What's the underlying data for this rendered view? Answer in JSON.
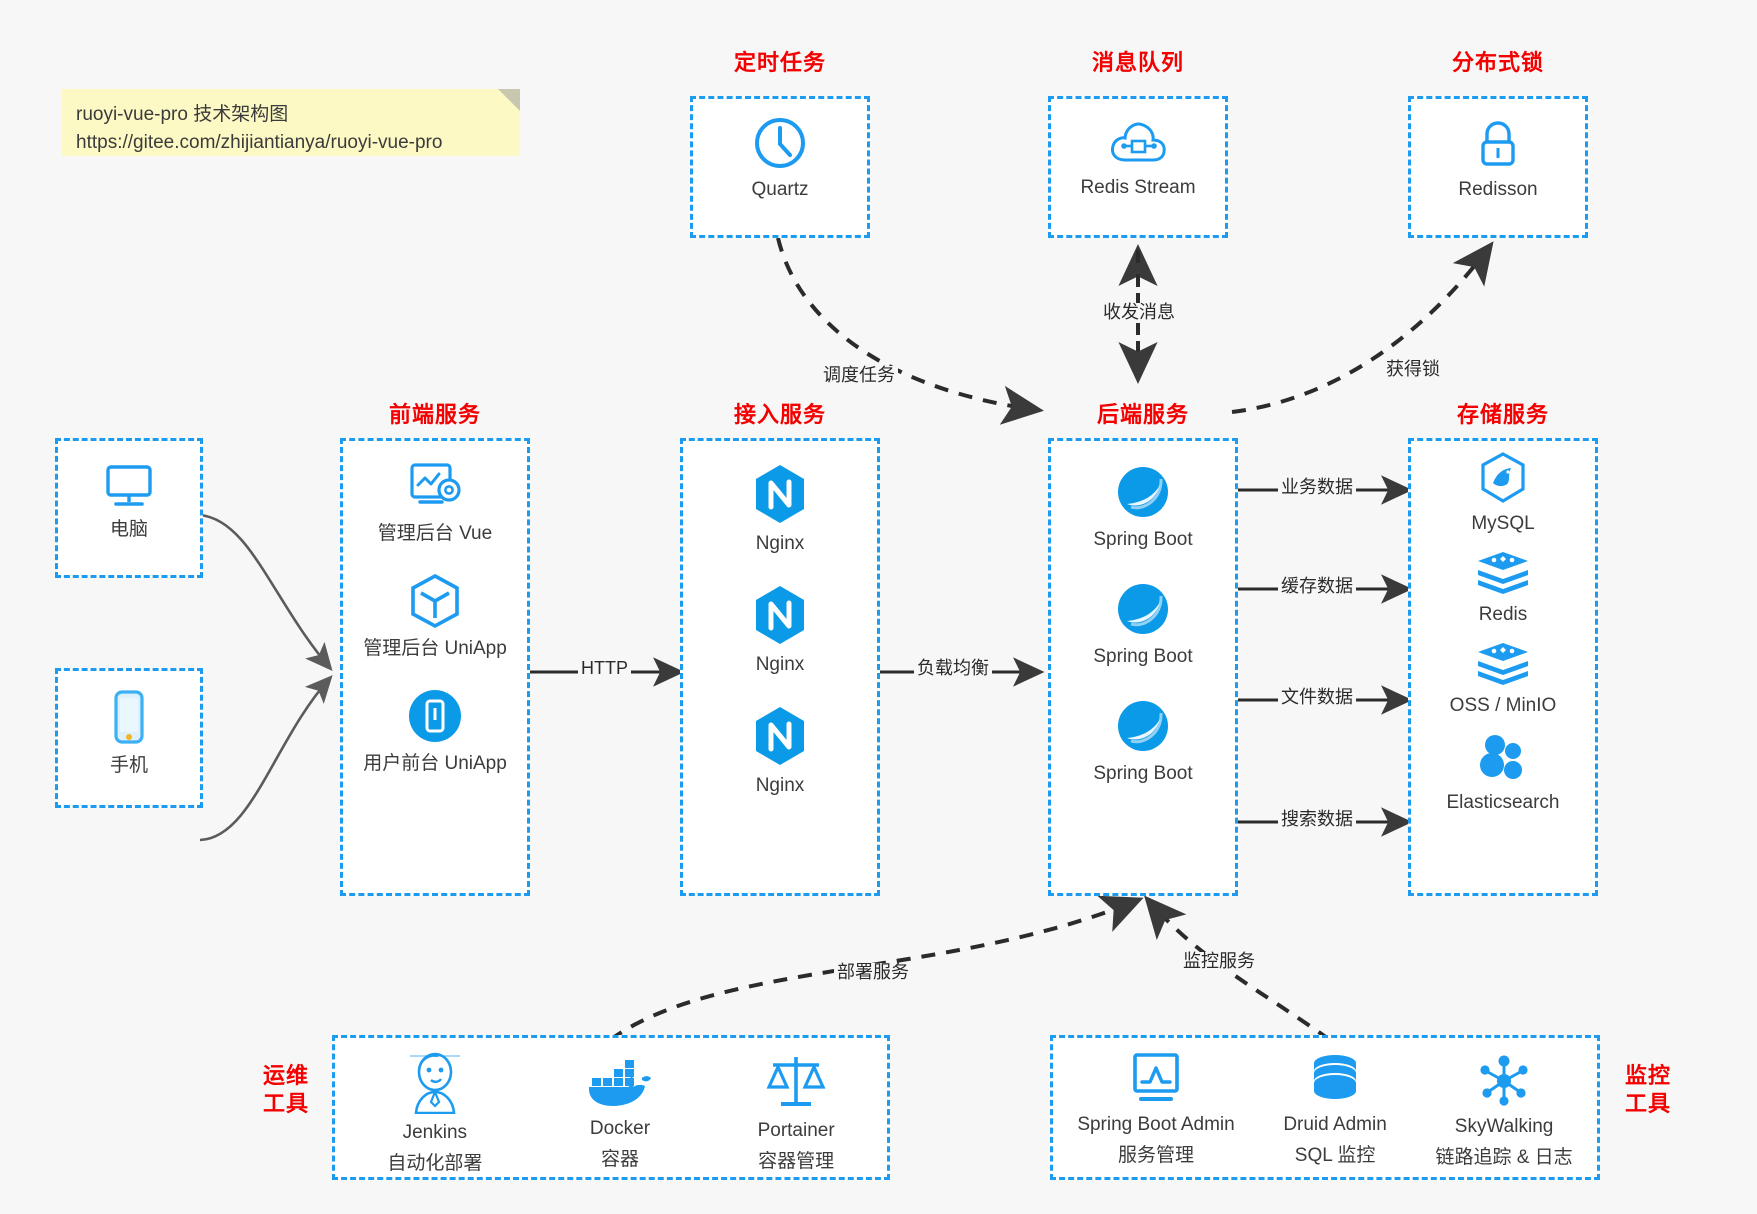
{
  "note": {
    "line1": "ruoyi-vue-pro 技术架构图",
    "line2": "https://gitee.com/zhijiantianya/ruoyi-vue-pro"
  },
  "colors": {
    "box_border": "#1c9bf0",
    "title_red": "#f40000",
    "icon_blue": "#1c9bf0",
    "arrow_dark": "#3a3a3a",
    "note_bg": "#fcf9c4",
    "page_bg": "#f7f7f7"
  },
  "groups": {
    "scheduled_task": {
      "title": "定时任务",
      "nodes": [
        {
          "label": "Quartz",
          "icon": "clock-icon"
        }
      ]
    },
    "message_queue": {
      "title": "消息队列",
      "nodes": [
        {
          "label": "Redis Stream",
          "icon": "cloud-stream-icon"
        }
      ]
    },
    "distributed_lock": {
      "title": "分布式锁",
      "nodes": [
        {
          "label": "Redisson",
          "icon": "lock-icon"
        }
      ]
    },
    "clients": {
      "nodes": [
        {
          "label": "电脑",
          "icon": "desktop-computer-icon"
        },
        {
          "label": "手机",
          "icon": "mobile-phone-icon"
        }
      ]
    },
    "frontend": {
      "title": "前端服务",
      "nodes": [
        {
          "label": "管理后台 Vue",
          "icon": "dashboard-gear-icon"
        },
        {
          "label": "管理后台 UniApp",
          "icon": "cube-icon"
        },
        {
          "label": "用户前台 UniApp",
          "icon": "mobile-app-icon"
        }
      ]
    },
    "gateway": {
      "title": "接入服务",
      "nodes": [
        {
          "label": "Nginx",
          "icon": "nginx-icon"
        },
        {
          "label": "Nginx",
          "icon": "nginx-icon"
        },
        {
          "label": "Nginx",
          "icon": "nginx-icon"
        }
      ]
    },
    "backend": {
      "title": "后端服务",
      "nodes": [
        {
          "label": "Spring Boot",
          "icon": "spring-boot-icon"
        },
        {
          "label": "Spring Boot",
          "icon": "spring-boot-icon"
        },
        {
          "label": "Spring Boot",
          "icon": "spring-boot-icon"
        }
      ]
    },
    "storage": {
      "title": "存储服务",
      "nodes": [
        {
          "label": "MySQL",
          "icon": "mysql-icon"
        },
        {
          "label": "Redis",
          "icon": "redis-icon"
        },
        {
          "label": "OSS / MinIO",
          "icon": "oss-minio-icon"
        },
        {
          "label": "Elasticsearch",
          "icon": "elasticsearch-icon"
        }
      ]
    },
    "devops": {
      "title_line1": "运维",
      "title_line2": "工具",
      "nodes": [
        {
          "label": "Jenkins",
          "sublabel": "自动化部署",
          "icon": "jenkins-icon"
        },
        {
          "label": "Docker",
          "sublabel": "容器",
          "icon": "docker-icon"
        },
        {
          "label": "Portainer",
          "sublabel": "容器管理",
          "icon": "scales-icon"
        }
      ]
    },
    "monitoring": {
      "title_line1": "监控",
      "title_line2": "工具",
      "nodes": [
        {
          "label": "Spring Boot Admin",
          "sublabel": "服务管理",
          "icon": "monitor-chart-icon"
        },
        {
          "label": "Druid Admin",
          "sublabel": "SQL 监控",
          "icon": "database-icon"
        },
        {
          "label": "SkyWalking",
          "sublabel": "链路追踪 & 日志",
          "icon": "skywalking-icon"
        }
      ]
    }
  },
  "edges": {
    "http": "HTTP",
    "load_balance": "负载均衡",
    "schedule_task": "调度任务",
    "send_receive_message": "收发消息",
    "acquire_lock": "获得锁",
    "business_data": "业务数据",
    "cache_data": "缓存数据",
    "file_data": "文件数据",
    "search_data": "搜索数据",
    "deploy_service": "部署服务",
    "monitor_service": "监控服务"
  }
}
